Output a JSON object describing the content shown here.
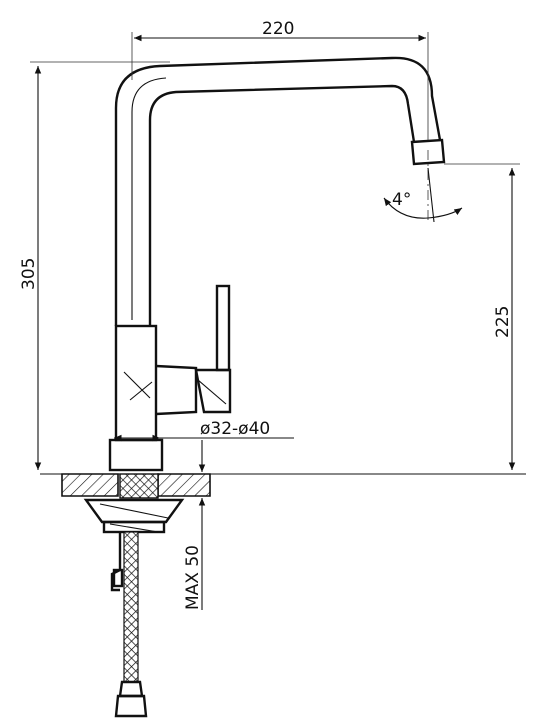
{
  "dimensions": {
    "width_label": "220",
    "height_label": "305",
    "spout_height_label": "225",
    "hole_diameter_label": "ø32-ø40",
    "max_thickness_label": "MAX 50",
    "angle_label": "4°"
  },
  "colors": {
    "line": "#111111",
    "background": "#ffffff"
  }
}
